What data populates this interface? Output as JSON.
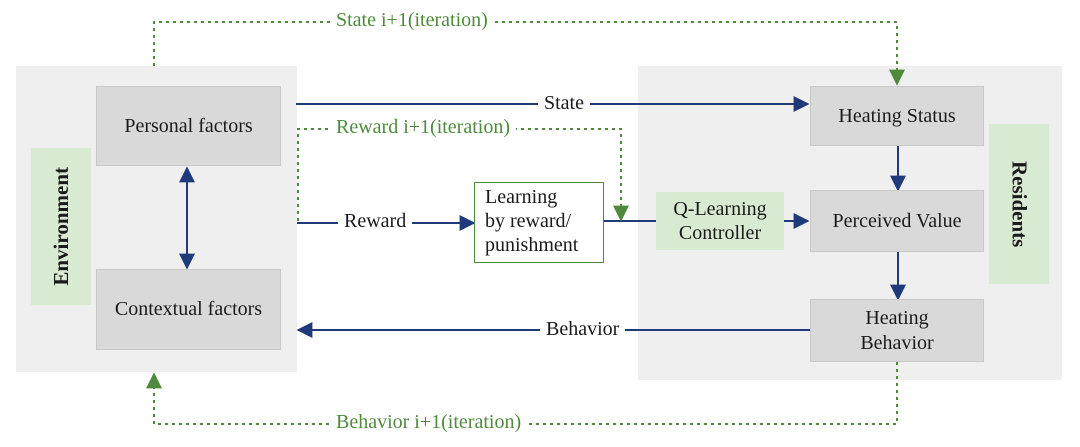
{
  "environment": {
    "label": "Environment",
    "personal_factors": "Personal factors",
    "contextual_factors": "Contextual factors"
  },
  "residents": {
    "label": "Residents",
    "heating_status": "Heating Status",
    "perceived_value": "Perceived Value",
    "heating_behavior_line1": "Heating",
    "heating_behavior_line2": "Behavior"
  },
  "learning": {
    "line1": "Learning",
    "line2": "by reward/",
    "line3": "punishment"
  },
  "controller": {
    "line1": "Q-Learning",
    "line2": "Controller"
  },
  "flows": {
    "state": "State",
    "reward": "Reward",
    "behavior": "Behavior"
  },
  "iterations": {
    "state": "State i+1(iteration)",
    "reward": "Reward i+1(iteration)",
    "behavior": "Behavior i+1(iteration)"
  },
  "colors": {
    "navy_arrow": "#1f3a7a",
    "green_dotted": "#4f8a3c",
    "panel_bg": "#efefef",
    "box_bg": "#d9d9d9",
    "green_box_bg": "#d9ead3"
  }
}
